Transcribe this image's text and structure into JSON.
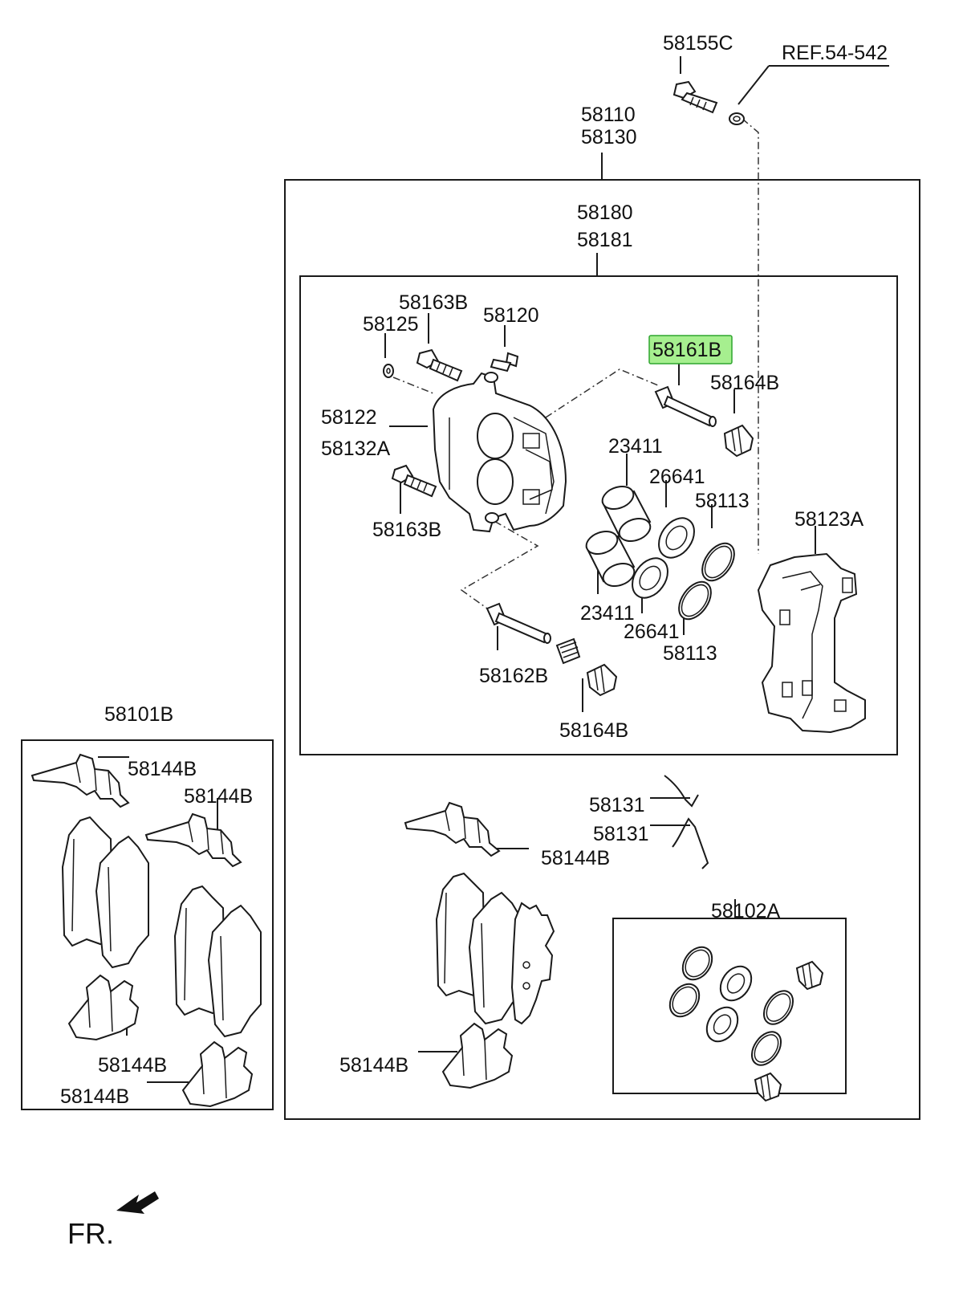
{
  "highlight_color": "#a6ef8f",
  "highlight_border": "#2fa52f",
  "labels": {
    "p58155c": "58155C",
    "ref": "REF.54-542",
    "p58110": "58110",
    "p58130": "58130",
    "p58180": "58180",
    "p58181": "58181",
    "p58163b_top": "58163B",
    "p58120": "58120",
    "p58125": "58125",
    "p58161b": "58161B",
    "p58164b_top": "58164B",
    "p58122": "58122",
    "p58132a": "58132A",
    "p23411_top": "23411",
    "p26641_top": "26641",
    "p58113_top": "58113",
    "p58123a": "58123A",
    "p58163b_bot": "58163B",
    "p23411_bot": "23411",
    "p26641_bot": "26641",
    "p58113_bot": "58113",
    "p58162b": "58162B",
    "p58164b_bot": "58164B",
    "p58101b": "58101B",
    "p58144b_l1": "58144B",
    "p58144b_l2": "58144B",
    "p58144b_l3": "58144B",
    "p58144b_l4": "58144B",
    "p58131_a": "58131",
    "p58131_b": "58131",
    "p58144b_c1": "58144B",
    "p58102a": "58102A",
    "p58144b_c2": "58144B",
    "fr": "FR."
  }
}
